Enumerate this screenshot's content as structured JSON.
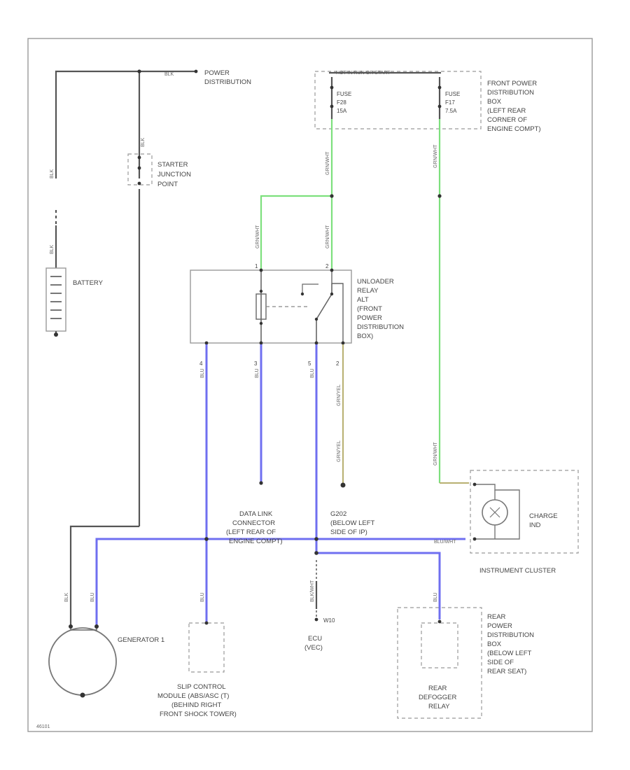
{
  "labels": {
    "power_distribution": [
      "POWER",
      "DISTRIBUTION"
    ],
    "starter_junction": [
      "STARTER",
      "JUNCTION",
      "POINT"
    ],
    "battery": "BATTERY",
    "fuse_box_header": "HOT IN RUN OR START",
    "fuse_a": [
      "FUSE",
      "F28",
      "15A"
    ],
    "fuse_b": [
      "FUSE",
      "F17",
      "7.5A"
    ],
    "front_power_box": [
      "FRONT POWER",
      "DISTRIBUTION",
      "BOX",
      "(LEFT REAR",
      "CORNER OF",
      "ENGINE COMPT)"
    ],
    "unloader_relay": [
      "UNLOADER",
      "RELAY",
      "ALT",
      "(FRONT",
      "POWER",
      "DISTRIBUTION",
      "BOX)"
    ],
    "data_link_connector": [
      "DATA LINK",
      "CONNECTOR",
      "(LEFT REAR OF",
      "ENGINE COMPT)"
    ],
    "ground_g202": [
      "G202",
      "(BELOW LEFT",
      "SIDE OF IP)"
    ],
    "charge_ind": [
      "CHARGE",
      "IND"
    ],
    "instrument_cluster": "INSTRUMENT CLUSTER",
    "generator": "GENERATOR 1",
    "slip_control": [
      "SLIP CONTROL",
      "MODULE (ABS/ASC (T)",
      "(BEHIND RIGHT",
      "FRONT SHOCK TOWER)"
    ],
    "ecu": [
      "ECU",
      "(VEC)"
    ],
    "ecu_pin": "W10",
    "rear_power_box": [
      "REAR",
      "POWER",
      "DISTRIBUTION",
      "BOX",
      "(BELOW LEFT",
      "SIDE OF",
      "REAR SEAT)"
    ],
    "rear_defogger": [
      "REAR",
      "DEFOGGER",
      "RELAY"
    ],
    "diagram_id": "46101"
  },
  "wire_labels": {
    "blk": "BLK",
    "blu": "BLU",
    "grn": "GRN/WHT",
    "grn_yel": "GRN/YEL",
    "blk_wht": "BLK/WHT",
    "blu_ws": "BLU/WHT"
  },
  "pins": {
    "relay_top_left": "1",
    "relay_top_right": "2",
    "relay_b1": "4",
    "relay_b2": "3",
    "relay_b3": "5",
    "relay_b4": "2"
  }
}
